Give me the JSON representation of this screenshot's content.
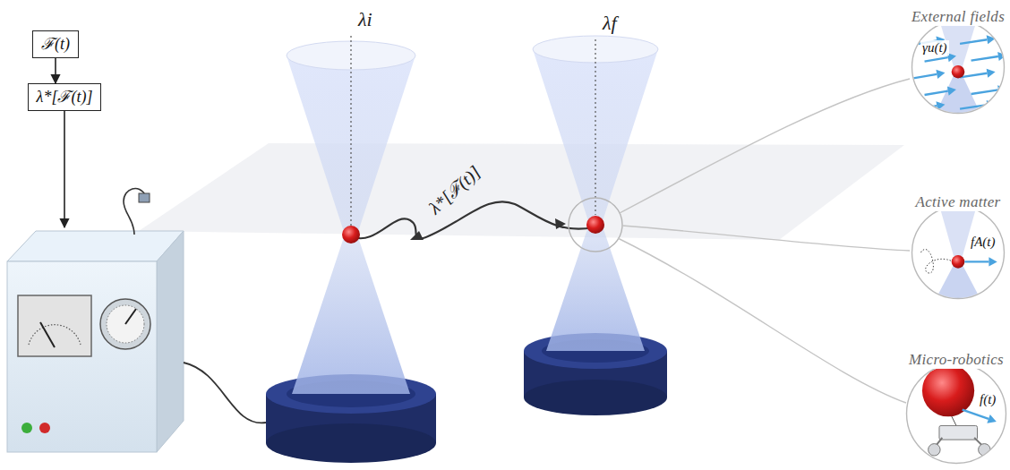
{
  "diagram": {
    "nodes": [
      {
        "text": [
          "ℱ(t)"
        ]
      },
      {
        "text": [
          "λ*[ℱ(t)]"
        ]
      },
      {
        "text": [
          "External fields",
          "γu(t)"
        ]
      },
      {
        "text": [
          "Active matter",
          "fA(t)"
        ]
      },
      {
        "text": [
          "Micro-robotics",
          "f(t)"
        ]
      }
    ],
    "edges": [
      {
        "from": 0,
        "to": 1,
        "arrow": "to"
      }
    ],
    "labels": [
      "λi",
      "λf",
      "λ*[ℱ(t)]"
    ]
  }
}
